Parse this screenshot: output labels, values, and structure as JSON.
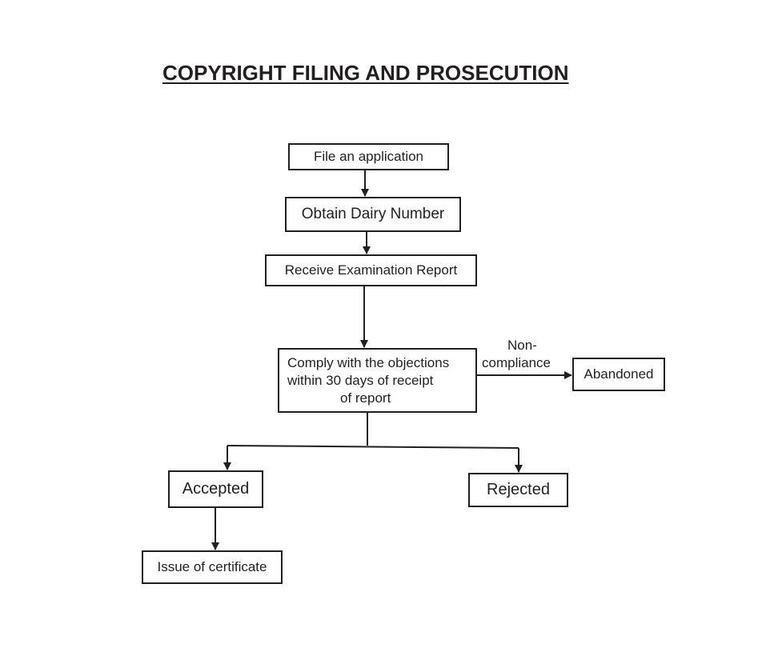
{
  "title": "COPYRIGHT FILING AND PROSECUTION",
  "steps": {
    "file_application": "File an application",
    "obtain_diary": "Obtain Dairy Number",
    "receive_report": "Receive Examination Report",
    "comply": {
      "line1": "Comply with the objections",
      "line2": "within 30 days of receipt",
      "line3": "of report"
    },
    "abandoned": "Abandoned",
    "accepted": "Accepted",
    "rejected": "Rejected",
    "issue_certificate": "Issue of certificate"
  },
  "edge_labels": {
    "non_compliance_line1": "Non-",
    "non_compliance_line2": "compliance"
  },
  "colors": {
    "ink": "#231f20",
    "background": "#ffffff"
  }
}
